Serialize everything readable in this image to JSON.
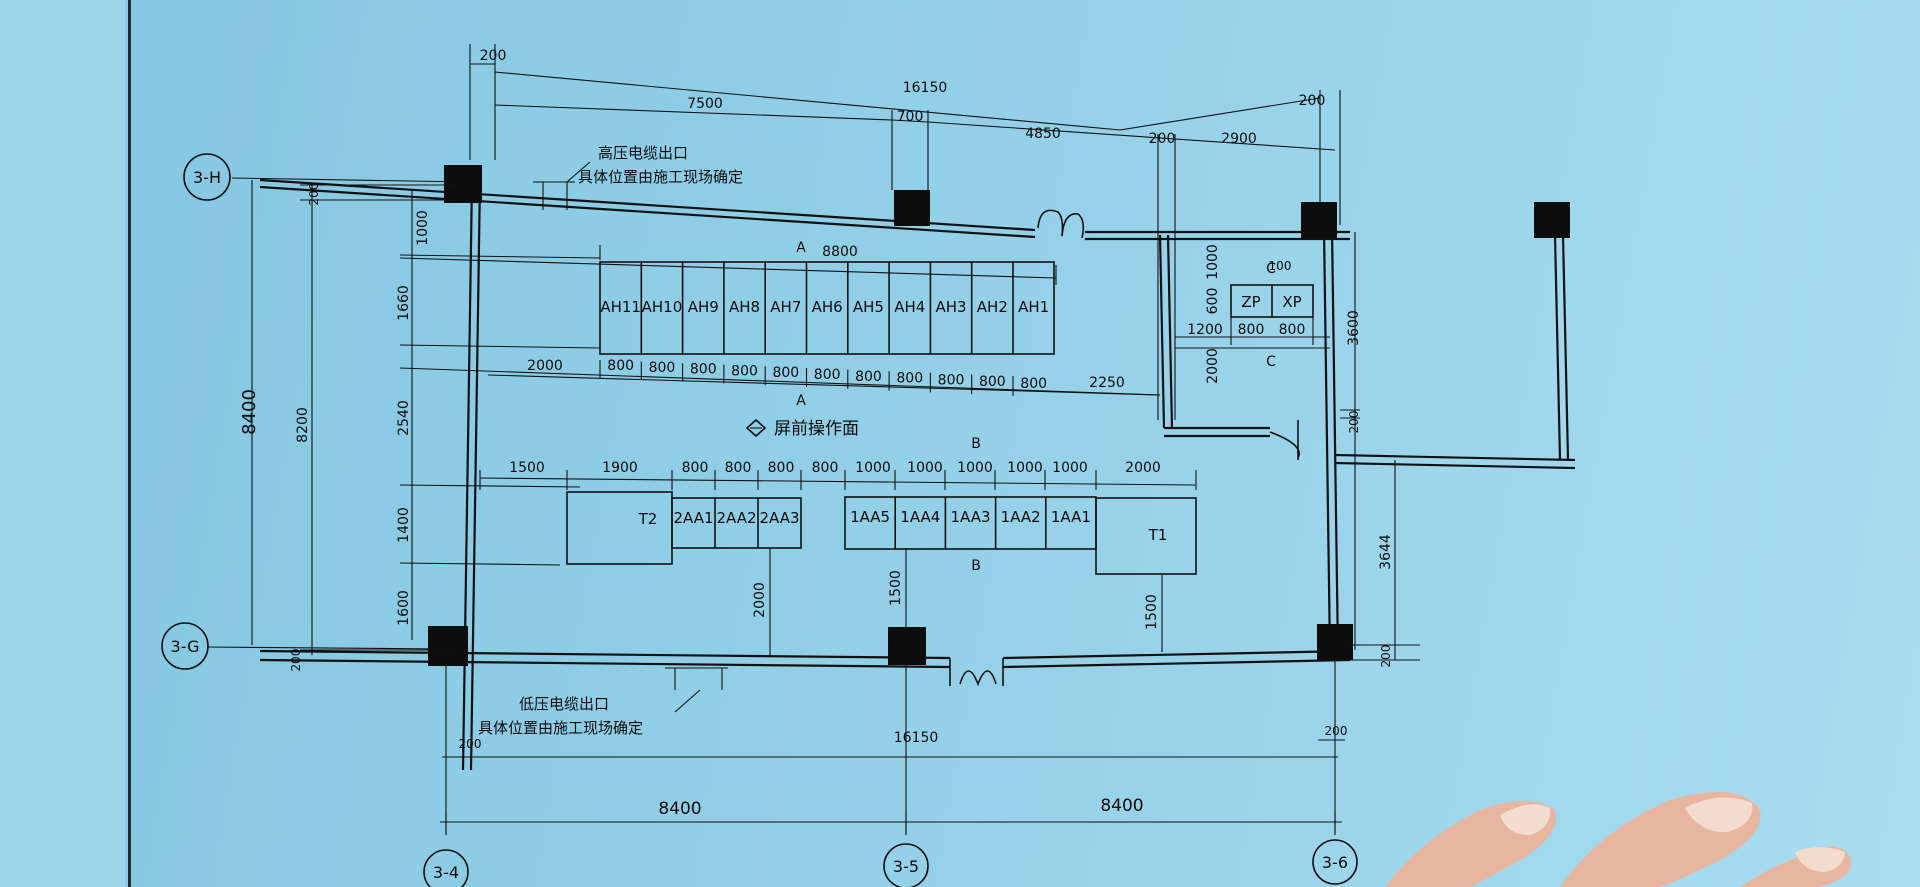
{
  "drawing": {
    "colors": {
      "paper": "#8ccbe3",
      "ink": "#111111",
      "column": "#0d0d0d"
    },
    "overall_dims": {
      "top_total": "16150",
      "bottom_total": "16150",
      "top_left": "200",
      "top_right": "200",
      "bottom_left": "200",
      "bottom_right": "200"
    },
    "top_dims": {
      "d7500": "7500",
      "d700": "700",
      "d4850": "4850",
      "d200": "200",
      "d2900": "2900"
    },
    "left_dims": {
      "d8400": "8400",
      "d8200": "8200",
      "d200_top": "200",
      "d1000": "1000",
      "d1660": "1660",
      "d2540": "2540",
      "d1400": "1400",
      "d1600": "1600",
      "d200_bot": "200"
    },
    "grid_labels": {
      "g3H": "3-H",
      "g3G": "3-G",
      "g34": "3-4",
      "g35": "3-5",
      "g36": "3-6"
    },
    "bottom_spans": {
      "left": "8400",
      "right": "8400"
    },
    "hv_cabinets": {
      "labels": [
        "AH11",
        "AH10",
        "AH9",
        "AH8",
        "AH7",
        "AH6",
        "AH5",
        "AH4",
        "AH3",
        "AH2",
        "AH1"
      ],
      "widths": [
        "800",
        "800",
        "800",
        "800",
        "800",
        "800",
        "800",
        "800",
        "800",
        "800",
        "800"
      ],
      "left_gap": "2000",
      "right_gap": "2250",
      "row_length": "8800",
      "section": "A"
    },
    "lv_cabinets": {
      "t2": "T2",
      "group1": [
        "2AA1",
        "2AA2",
        "2AA3"
      ],
      "group2": [
        "1AA5",
        "1AA4",
        "1AA3",
        "1AA2",
        "1AA1"
      ],
      "t1": "T1",
      "dims_row": [
        "1500",
        "1900",
        "800",
        "800",
        "800",
        "800",
        "1000",
        "1000",
        "1000",
        "1000",
        "1000",
        "2000"
      ],
      "section": "B"
    },
    "vert_dims": {
      "d2000": "2000",
      "d1500a": "1500",
      "d1500b": "1500"
    },
    "right_room": {
      "zp": "ZP",
      "xp": "XP",
      "w1": "800",
      "w2": "800",
      "d1200": "1200",
      "d100": "100",
      "d600": "600",
      "d1000": "1000",
      "d2000": "2000",
      "d3600": "3600",
      "d3644": "3644",
      "d200a": "200",
      "d200b": "200",
      "section": "C"
    },
    "labels": {
      "operation_face": "屏前操作面",
      "hv_cable_line1": "高压电缆出口",
      "hv_cable_line2": "具体位置由施工现场确定",
      "lv_cable_line1": "低压电缆出口",
      "lv_cable_line2": "具体位置由施工现场确定"
    }
  }
}
